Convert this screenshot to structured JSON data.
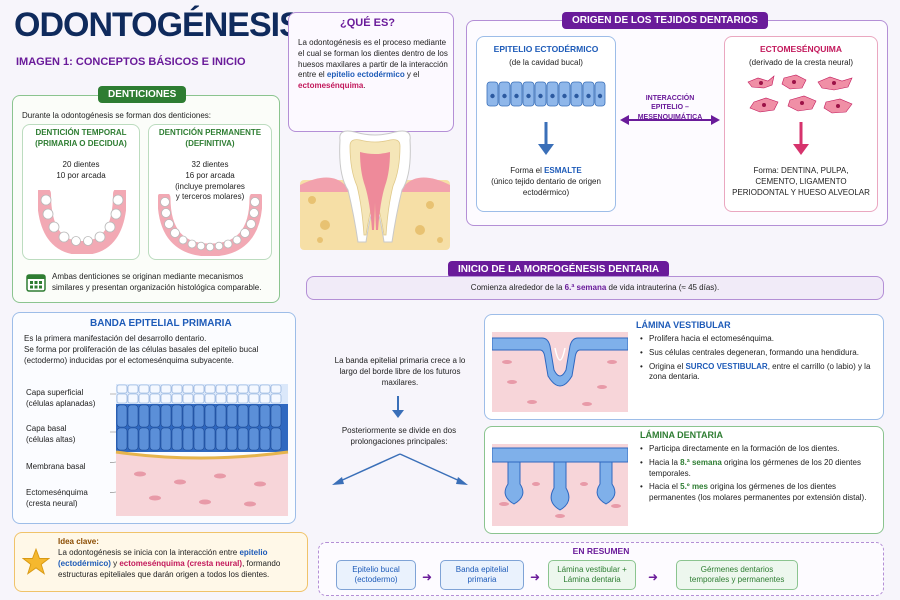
{
  "header": {
    "title": "ODONTOGÉNESIS",
    "subtitle": "IMAGEN 1: CONCEPTOS BÁSICOS E INICIO"
  },
  "denticiones": {
    "title": "DENTICIONES",
    "intro": "Durante la odontogénesis se forman dos denticiones:",
    "temporal": {
      "title1": "DENTICIÓN TEMPORAL",
      "title2": "(PRIMARIA O DECIDUA)",
      "count": "20 dientes",
      "per_arch": "10 por arcada"
    },
    "permanente": {
      "title1": "DENTICIÓN PERMANENTE",
      "title2": "(DEFINITIVA)",
      "count": "32 dientes",
      "per_arch": "16 por arcada",
      "note1": "(incluye premolares",
      "note2": "y terceros molares)"
    },
    "footer": "Ambas denticiones se originan mediante mecanismos similares y presentan organización histológica comparable."
  },
  "que_es": {
    "title": "¿QUÉ ES?",
    "text_pre": "La odontogénesis es el proceso mediante el cual se forman los dientes dentro de los huesos maxilares a partir de la interacción entre el ",
    "epitelio": "epitelio ectodérmico",
    "y": " y el ",
    "ecto": "ectomesénquima",
    "end": "."
  },
  "origen": {
    "title": "ORIGEN DE LOS TEJIDOS DENTARIOS",
    "epitelio": {
      "title": "EPITELIO ECTODÉRMICO",
      "sub": "(de la cavidad bucal)",
      "forma_pre": "Forma el ",
      "forma_hl": "ESMALTE",
      "note": "(único tejido dentario de origen ectodérmico)"
    },
    "interaccion1": "INTERACCIÓN",
    "interaccion2": "EPITELIO – MESENQUIMÁTICA",
    "ecto": {
      "title": "ECTOMESÉNQUIMA",
      "sub": "(derivado de la cresta neural)",
      "forma": "Forma: DENTINA, PULPA, CEMENTO, LIGAMENTO PERIODONTAL Y HUESO ALVEOLAR"
    }
  },
  "inicio": {
    "title": "INICIO DE LA MORFOGÉNESIS DENTARIA",
    "text_pre": "Comienza alrededor de la ",
    "text_hl": "6.ª semana",
    "text_post": " de vida intrauterina (≈ 45 días)."
  },
  "banda": {
    "title": "BANDA EPITELIAL PRIMARIA",
    "line1": "Es la primera manifestación del desarrollo dentario.",
    "line2": "Se forma por proliferación de las células basales del epitelio bucal (ectodermo) inducidas por el ectomesénquima subyacente.",
    "labels": [
      {
        "a": "Capa superficial",
        "b": "(células aplanadas)"
      },
      {
        "a": "Capa basal",
        "b": "(células altas)"
      },
      {
        "a": "Membrana basal",
        "b": ""
      },
      {
        "a": "Ectomesénquima",
        "b": "(cresta neural)"
      }
    ]
  },
  "middle": {
    "text1": "La banda epitelial primaria crece a lo largo del borde libre de los futuros maxilares.",
    "text2": "Posteriormente se divide en dos prolongaciones principales:"
  },
  "vestibular": {
    "title": "LÁMINA VESTIBULAR",
    "b1": "Prolifera hacia el ectomesénquima.",
    "b2": "Sus células centrales degeneran, formando una hendidura.",
    "b3_pre": "Origina el ",
    "b3_hl": "SURCO VESTIBULAR",
    "b3_post": ", entre el carrillo (o labio) y la zona dentaria."
  },
  "dentaria": {
    "title": "LÁMINA DENTARIA",
    "b1": "Participa directamente en la formación de los dientes.",
    "b2_pre": "Hacia la ",
    "b2_hl": "8.ª semana",
    "b2_post": " origina los gérmenes de los 20 dientes temporales.",
    "b3_pre": "Hacia el ",
    "b3_hl": "5.º mes",
    "b3_post": " origina los gérmenes de los dientes permanentes (los molares permanentes por extensión distal)."
  },
  "idea": {
    "title": "Idea clave:",
    "pre": "La odontogénesis se inicia con la interacción entre ",
    "hl1": "epitelio (ectodérmico)",
    "mid": " y ",
    "hl2": "ectomesénquima (cresta neural)",
    "post": ", formando estructuras epiteliales que darán origen a todos los dientes."
  },
  "resumen": {
    "title": "EN RESUMEN",
    "steps": [
      "Epitelio bucal (ectodermo)",
      "Banda epitelial primaria",
      "Lámina vestibular + Lámina dentaria",
      "Gérmenes dentarios temporales y permanentes"
    ]
  },
  "colors": {
    "green": "#2e7d32",
    "blue": "#1e5bb8",
    "pink": "#c2185b",
    "purple": "#6a1b9a",
    "navy": "#0f2a5c"
  }
}
